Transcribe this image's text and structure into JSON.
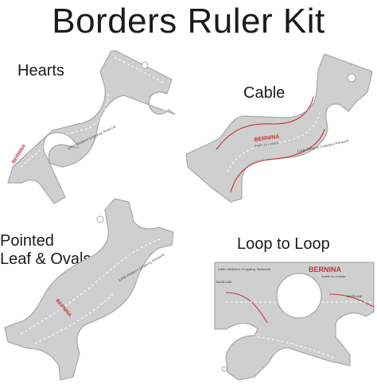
{
  "title": "Borders Ruler Kit",
  "labels": {
    "hearts": "Hearts",
    "cable": "Cable",
    "pointed_line1": "Pointed",
    "pointed_line2": "Leaf  & Ovals",
    "loop": "Loop to Loop"
  },
  "ruler_text": {
    "brand": "BERNINA",
    "tagline": "made to create",
    "grip": "Little Helpers Gripping Network",
    "baseline": "BASELINE",
    "baseline_b": "BASELINE"
  },
  "colors": {
    "plate": "#cfcfcf",
    "accent": "#c4333a"
  }
}
